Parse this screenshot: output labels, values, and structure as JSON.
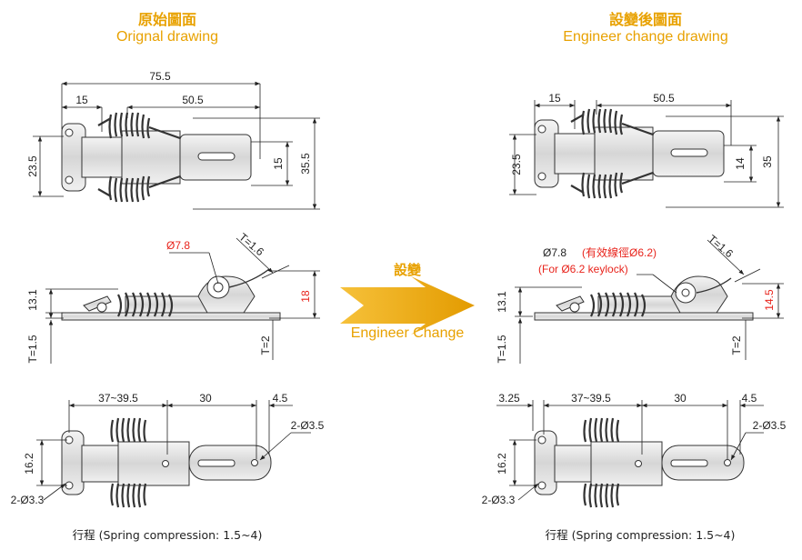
{
  "left": {
    "title_cn": "原始圖面",
    "title_en": "Orignal drawing",
    "top_view": {
      "d_total": "75.5",
      "d_a": "15",
      "d_b": "50.5",
      "d_h": "23.5",
      "d_w1": "15",
      "d_w2": "35.5"
    },
    "side_view": {
      "dia": "Ø7.8",
      "thk": "T=1.6",
      "h1": "13.1",
      "h2": "18",
      "t1": "T=1.5",
      "t2": "T=2"
    },
    "bottom_view": {
      "d1": "37~39.5",
      "d2": "30",
      "d3": "4.5",
      "hole_r": "2-Ø3.5",
      "h": "16.2",
      "hole_l": "2-Ø3.3"
    },
    "caption": "行程 (Spring compression: 1.5~4)"
  },
  "middle": {
    "label_cn": "設變",
    "label_en": "Engineer Change",
    "arrow_color": "#e8a100"
  },
  "right": {
    "title_cn": "設變後圖面",
    "title_en": "Engineer change drawing",
    "top_view": {
      "d_a": "15",
      "d_b": "50.5",
      "d_h": "23.5",
      "d_w1": "14",
      "d_w2": "35"
    },
    "side_view": {
      "dia": "Ø7.8",
      "dia_note": "(有效線徑Ø6.2)",
      "keylock": "(For Ø6.2 keylock)",
      "thk": "T=1.6",
      "h1": "13.1",
      "h2": "14.5",
      "t1": "T=1.5",
      "t2": "T=2"
    },
    "bottom_view": {
      "d0": "3.25",
      "d1": "37~39.5",
      "d2": "30",
      "d3": "4.5",
      "hole_r": "2-Ø3.5",
      "h": "16.2",
      "hole_l": "2-Ø3.3"
    },
    "caption": "行程 (Spring compression: 1.5~4)"
  },
  "colors": {
    "accent": "#e8a100",
    "red": "#e8231b",
    "line": "#222222"
  }
}
